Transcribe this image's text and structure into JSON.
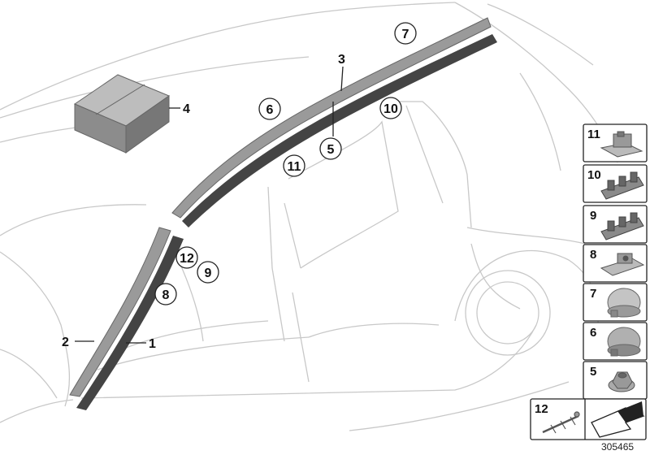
{
  "diagram": {
    "callouts_plain": [
      {
        "id": "1",
        "label": "1"
      },
      {
        "id": "2",
        "label": "2"
      },
      {
        "id": "3",
        "label": "3"
      },
      {
        "id": "4",
        "label": "4"
      },
      {
        "id": "5",
        "label": "5"
      }
    ],
    "callouts_circled": [
      {
        "id": "6",
        "label": "6"
      },
      {
        "id": "7",
        "label": "7"
      },
      {
        "id": "8",
        "label": "8"
      },
      {
        "id": "9",
        "label": "9"
      },
      {
        "id": "10",
        "label": "10"
      },
      {
        "id": "11",
        "label": "11"
      },
      {
        "id": "12",
        "label": "12"
      }
    ],
    "parts_panel": [
      {
        "label": "11",
        "icon": "bracket-clip-icon"
      },
      {
        "label": "10",
        "icon": "clip-icon"
      },
      {
        "label": "9",
        "icon": "clip-icon"
      },
      {
        "label": "8",
        "icon": "mount-clip-icon"
      },
      {
        "label": "7",
        "icon": "cap-icon"
      },
      {
        "label": "6",
        "icon": "cap-icon"
      },
      {
        "label": "5",
        "icon": "nut-icon"
      }
    ],
    "bottom_part": {
      "label": "12",
      "icon": "strip-clip-icon"
    },
    "doc_number": "305465",
    "colors": {
      "outline": "#c8c8c8",
      "strip_light": "#9a9a9a",
      "strip_dark": "#444444",
      "box_top": "#bdbdbd",
      "box_front": "#8c8c8c",
      "box_side": "#777777",
      "panel_border": "#222222"
    }
  }
}
